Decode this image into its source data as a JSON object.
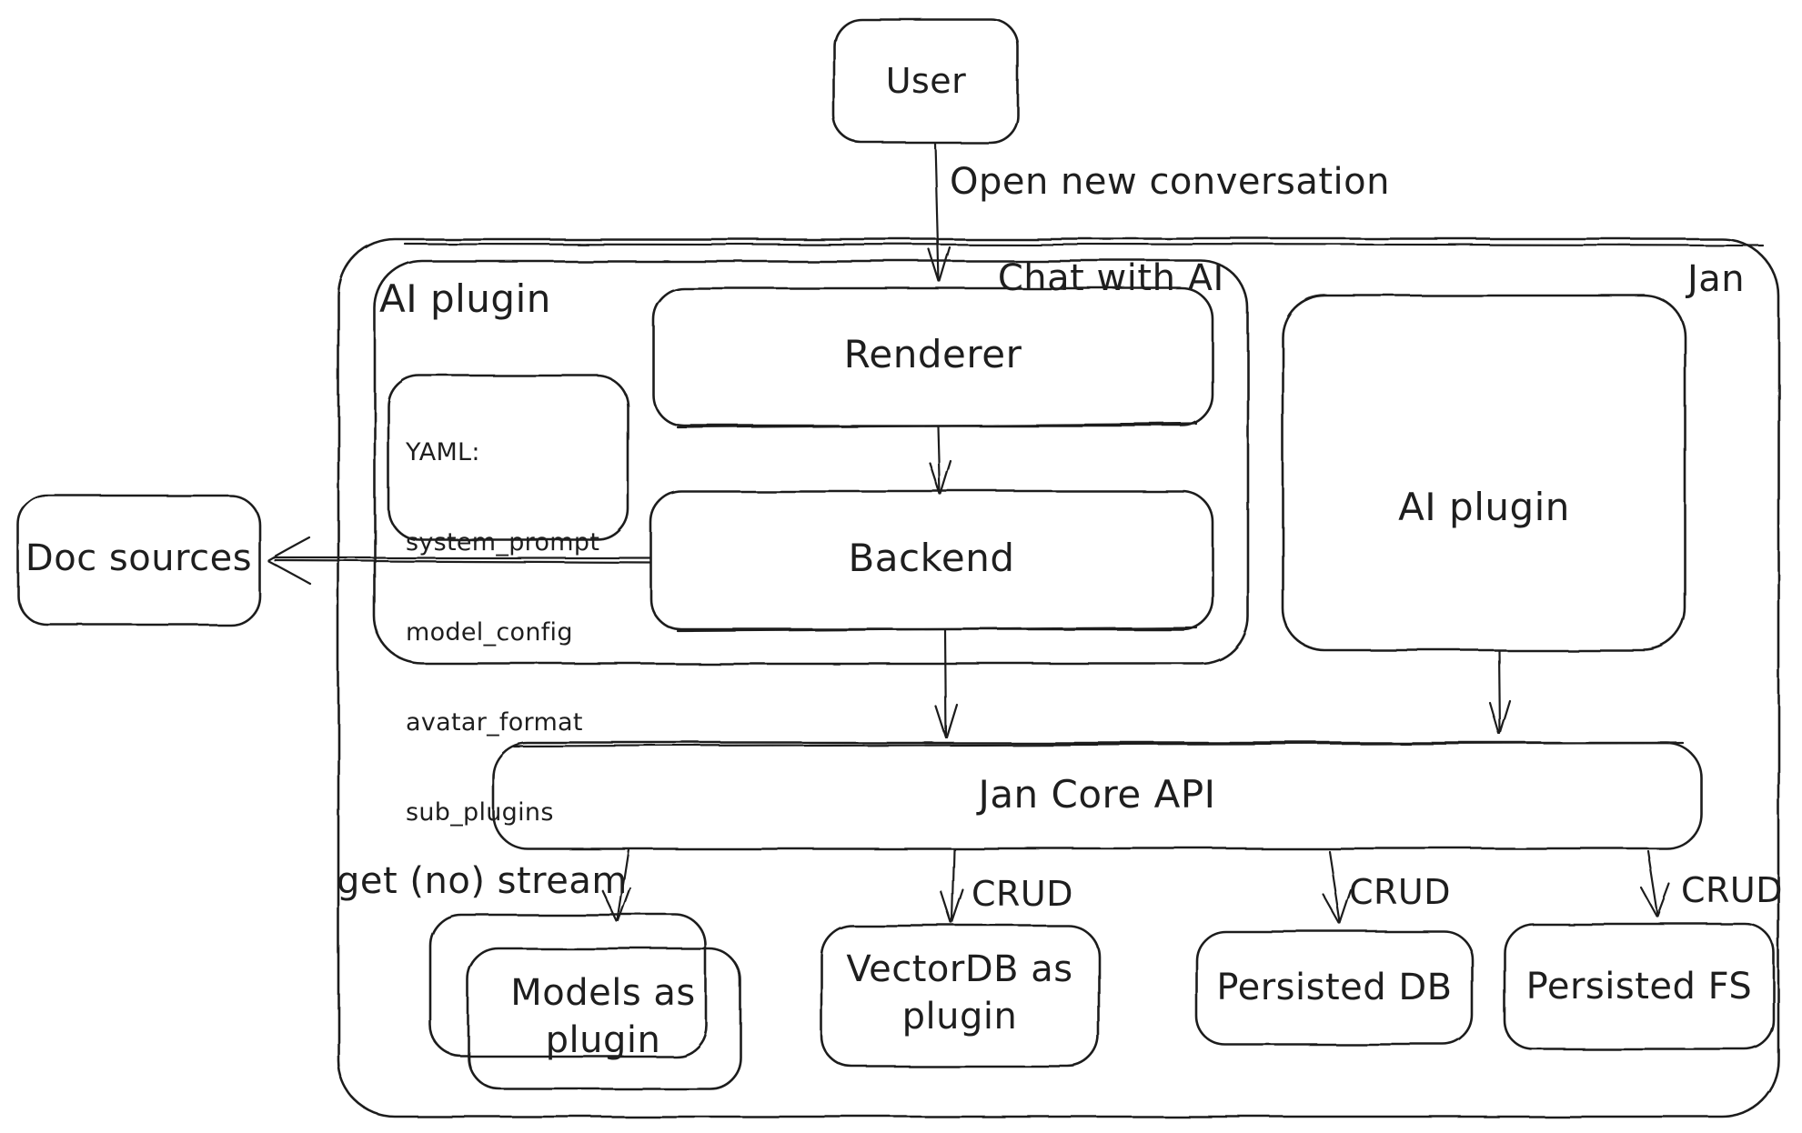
{
  "diagram": {
    "colors": {
      "stroke": "#1e1e1e",
      "background": "#ffffff"
    },
    "nodes": {
      "user": {
        "label": "User"
      },
      "jan_container": {
        "label": "Jan"
      },
      "ai_plugin_left": {
        "label": "AI plugin"
      },
      "yaml_note": {
        "title": "YAML:",
        "lines": [
          "system_prompt",
          "model_config",
          "avatar_format",
          "sub_plugins"
        ]
      },
      "renderer": {
        "label": "Renderer"
      },
      "backend": {
        "label": "Backend"
      },
      "doc_sources": {
        "label": "Doc sources"
      },
      "ai_plugin_right": {
        "label": "AI plugin"
      },
      "jan_core_api": {
        "label": "Jan Core API"
      },
      "models_as_plugin": {
        "label": "Models as plugin"
      },
      "vectordb_as_plugin": {
        "label": "VectorDB as plugin"
      },
      "persisted_db": {
        "label": "Persisted DB"
      },
      "persisted_fs": {
        "label": "Persisted FS"
      }
    },
    "edges": {
      "user_to_renderer": {
        "label_line1": "Open new conversation",
        "label_line2": "Chat with AI"
      },
      "api_to_models": {
        "label": "get (no) stream"
      },
      "api_to_vectordb": {
        "label": "CRUD"
      },
      "api_to_persisted_db": {
        "label": "CRUD"
      },
      "api_to_persisted_fs": {
        "label": "CRUD"
      }
    }
  }
}
